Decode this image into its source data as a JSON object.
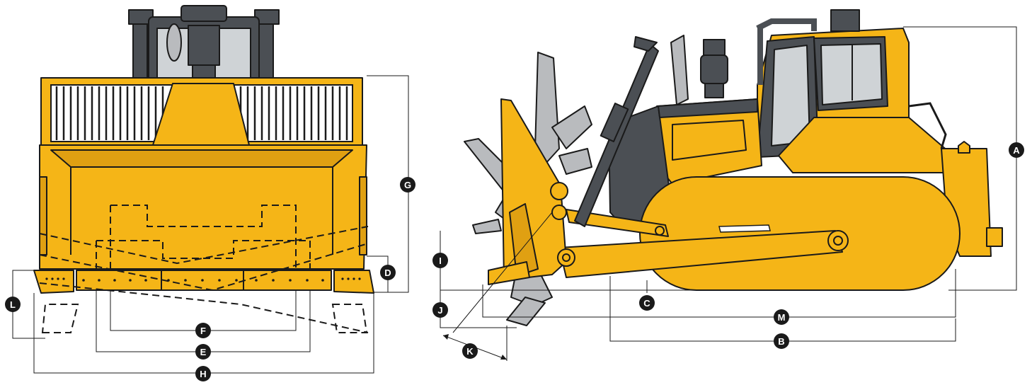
{
  "colors": {
    "body": "#F5B517",
    "body_shade": "#E0A012",
    "cab_dark": "#4B4F54",
    "ripper_grey": "#B9BBBE",
    "glass": "#CFD3D6",
    "outline": "#1A1A1A",
    "callout": "#1A1A1A"
  },
  "callouts": {
    "A": "A",
    "B": "B",
    "C": "C",
    "D": "D",
    "E": "E",
    "F": "F",
    "G": "G",
    "H": "H",
    "I": "I",
    "J": "J",
    "K": "K",
    "L": "L",
    "M": "M"
  },
  "views": [
    "front-view",
    "side-view"
  ]
}
